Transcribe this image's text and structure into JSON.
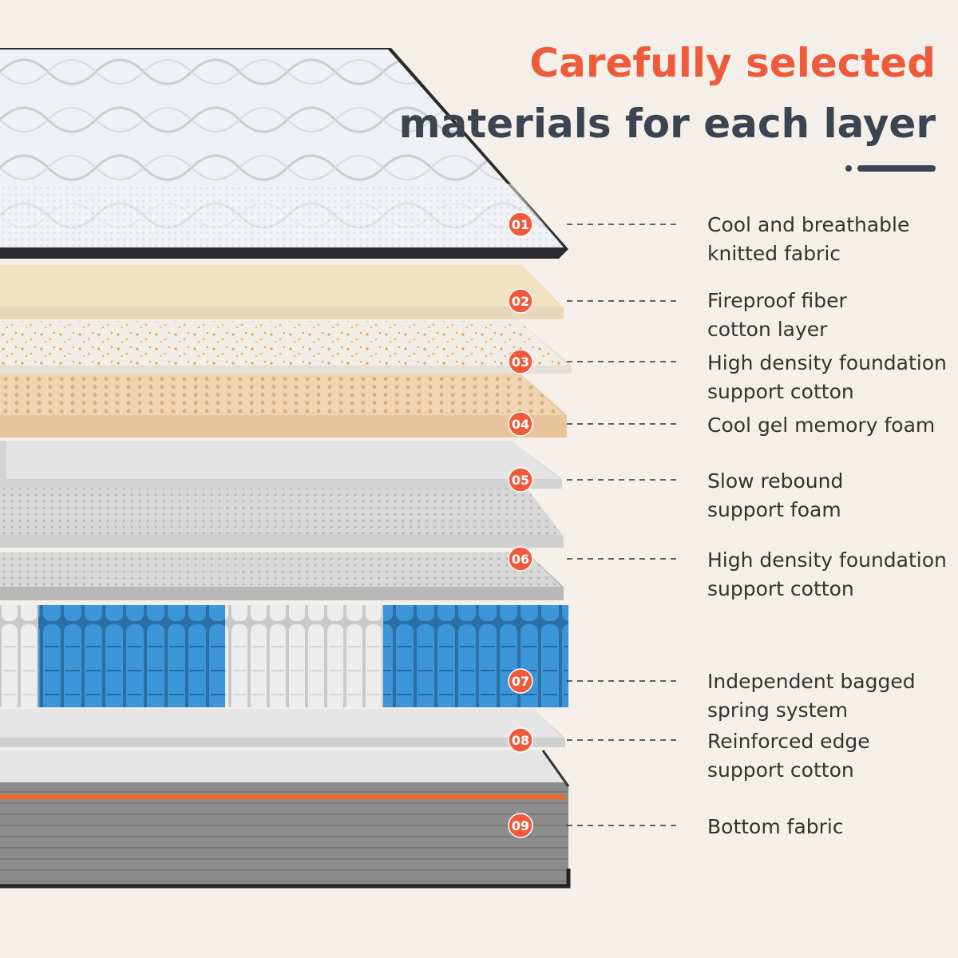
{
  "heading": {
    "line1": "Carefully selected",
    "line2": "materials for each layer"
  },
  "colors": {
    "accent": "#ef5a3a",
    "heading_dark": "#3c4452",
    "label_text": "#333333",
    "marker": "#ef5a3a",
    "edge_orange": "#f0681f",
    "spring_blue": "#2f86c8",
    "spring_white": "#e9e9e9"
  },
  "layers": [
    {
      "number": "01",
      "label_line1": "Cool and breathable",
      "label_line2": "knitted fabric"
    },
    {
      "number": "02",
      "label_line1": "Fireproof fiber",
      "label_line2": "cotton layer"
    },
    {
      "number": "03",
      "label_line1": "High density foundation",
      "label_line2": "support cotton"
    },
    {
      "number": "04",
      "label_line1": "Cool gel memory foam",
      "label_line2": ""
    },
    {
      "number": "05",
      "label_line1": "Slow rebound",
      "label_line2": "support foam"
    },
    {
      "number": "06",
      "label_line1": "High density foundation",
      "label_line2": "support cotton"
    },
    {
      "number": "07",
      "label_line1": "Independent bagged",
      "label_line2": "spring system"
    },
    {
      "number": "08",
      "label_line1": "Reinforced edge",
      "label_line2": "support cotton"
    },
    {
      "number": "09",
      "label_line1": "Bottom fabric",
      "label_line2": ""
    }
  ]
}
